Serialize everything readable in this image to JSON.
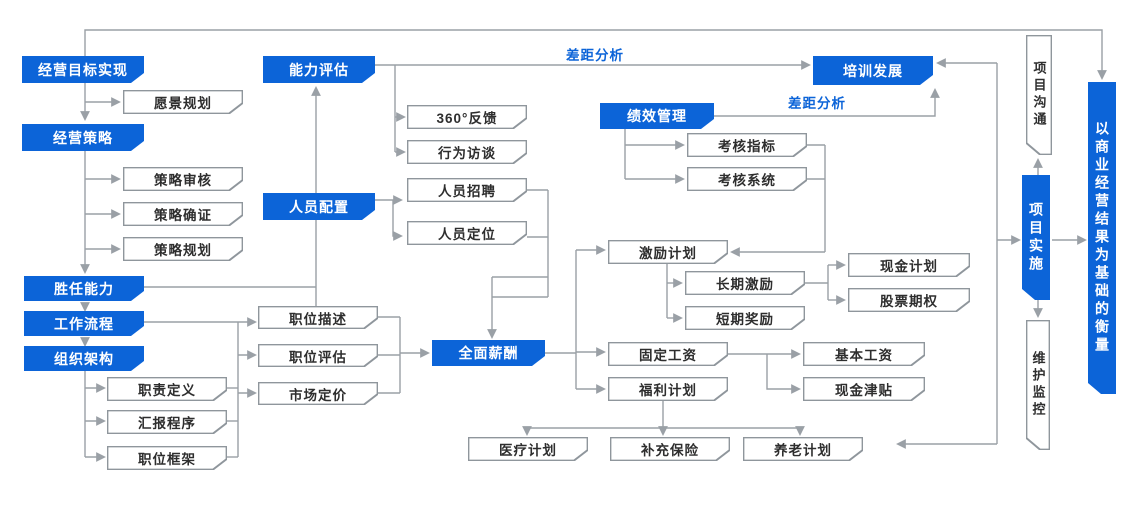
{
  "labels": {
    "gap1": "差距分析",
    "gap2": "差距分析"
  },
  "colors": {
    "primary_blue": "#0c64d8",
    "line_gray": "#9aa0a6",
    "box_border_gray": "#8f969c",
    "box_text_dark": "#2e2e2e"
  },
  "nodes": {
    "business-goal": {
      "label": "经营目标实现"
    },
    "vision-plan": {
      "label": "愿景规划"
    },
    "business-strategy": {
      "label": "经营策略"
    },
    "strategy-review": {
      "label": "策略审核"
    },
    "strategy-confirm": {
      "label": "策略确证"
    },
    "strategy-plan": {
      "label": "策略规划"
    },
    "competency": {
      "label": "胜任能力"
    },
    "workflow": {
      "label": "工作流程"
    },
    "org-structure": {
      "label": "组织架构"
    },
    "duty-define": {
      "label": "职责定义"
    },
    "report-process": {
      "label": "汇报程序"
    },
    "position-frame": {
      "label": "职位框架"
    },
    "ability-eval": {
      "label": "能力评估"
    },
    "feedback-360": {
      "label": "360°反馈"
    },
    "behavior-interview": {
      "label": "行为访谈"
    },
    "staffing": {
      "label": "人员配置"
    },
    "recruit": {
      "label": "人员招聘"
    },
    "positioning": {
      "label": "人员定位"
    },
    "job-desc": {
      "label": "职位描述"
    },
    "job-eval": {
      "label": "职位评估"
    },
    "market-pricing": {
      "label": "市场定价"
    },
    "total-comp": {
      "label": "全面薪酬"
    },
    "performance-mgmt": {
      "label": "绩效管理"
    },
    "kpi": {
      "label": "考核指标"
    },
    "appraisal-system": {
      "label": "考核系统"
    },
    "training-dev": {
      "label": "培训发展"
    },
    "incentive-plan": {
      "label": "激励计划"
    },
    "long-term": {
      "label": "长期激励"
    },
    "short-term": {
      "label": "短期奖励"
    },
    "cash-plan": {
      "label": "现金计划"
    },
    "stock-option": {
      "label": "股票期权"
    },
    "fixed-salary": {
      "label": "固定工资"
    },
    "welfare-plan": {
      "label": "福利计划"
    },
    "base-salary": {
      "label": "基本工资"
    },
    "cash-allowance": {
      "label": "现金津贴"
    },
    "medical-plan": {
      "label": "医疗计划"
    },
    "supp-insurance": {
      "label": "补充保险"
    },
    "pension-plan": {
      "label": "养老计划"
    },
    "project-comm": {
      "label": "项目沟通"
    },
    "project-impl": {
      "label": "项目实施"
    },
    "maintain-monitor": {
      "label": "维护监控"
    },
    "business-measure": {
      "label": "以商业经营结果为基础的衡量"
    }
  }
}
